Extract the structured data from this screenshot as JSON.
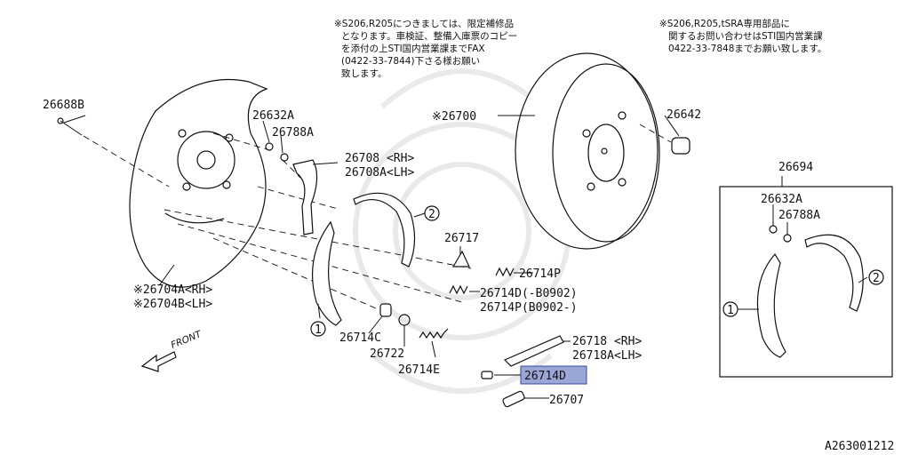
{
  "notes": {
    "note_left": [
      "※S206,R205につきましては、限定補修品",
      "となります。車検証、整備入庫票のコピー",
      "を添付の上STI国内営業課までFAX",
      "(0422-33-7844)下さる様お願い",
      "致します。"
    ],
    "note_right": [
      "※S206,R205,tSRA専用部品に",
      "関するお問い合わせはSTI国内営業課",
      "0422-33-7848までお願い致します。"
    ]
  },
  "labels": {
    "p26688B": "26688B",
    "p26632A": "26632A",
    "p26788A": "26788A",
    "p26708_rh": "26708 <RH>",
    "p26708A_lh": "26708A<LH>",
    "p26700": "※26700",
    "p26642": "26642",
    "p26694": "26694",
    "p26632A_kit": "26632A",
    "p26788A_kit": "26788A",
    "p26717": "26717",
    "p26714P": "26714P",
    "p26714D_early": "26714D(-B0902)",
    "p26714P_late": "26714P(B0902-)",
    "p26704A_rh": "※26704A<RH>",
    "p26704B_lh": "※26704B<LH>",
    "p26714C": "26714C",
    "p26722": "26722",
    "p26714E": "26714E",
    "p26718_rh": "26718 <RH>",
    "p26718A_lh": "26718A<LH>",
    "p26714D_selected": "26714D",
    "p26707": "26707",
    "callout1": "1",
    "callout2": "2",
    "callout1_kit": "1",
    "callout2_kit": "2",
    "front": "FRONT"
  },
  "diagram_id": "A263001212",
  "colors": {
    "highlight_fill": "#9aa6d6",
    "highlight_border": "#3a4aa0",
    "ink": "#111111",
    "watermark": "#d8d8d8"
  }
}
